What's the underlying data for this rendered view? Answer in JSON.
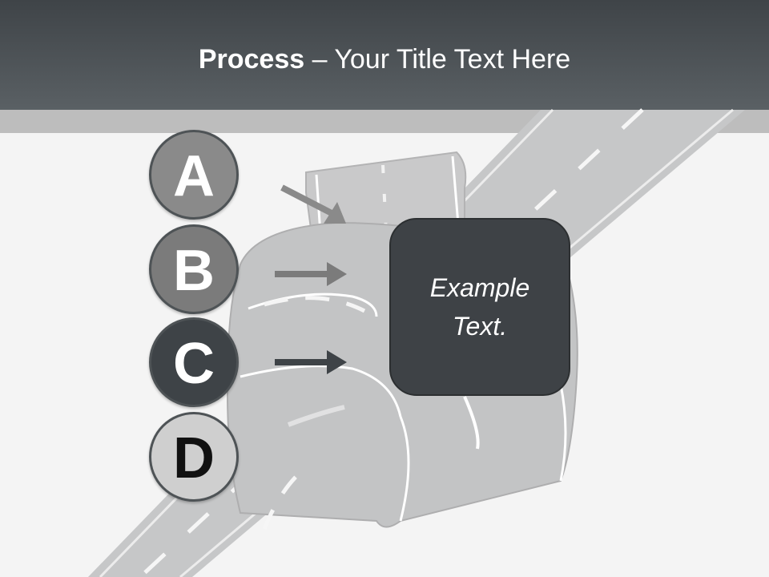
{
  "title": {
    "bold": "Process",
    "rest": " – Your Title Text Here"
  },
  "steps": [
    {
      "letter": "A"
    },
    {
      "letter": "B"
    },
    {
      "letter": "C"
    },
    {
      "letter": "D"
    }
  ],
  "box": {
    "line1": "Example",
    "line2": "Text."
  },
  "colors": {
    "header": "#4a4f53",
    "box": "#3e4246",
    "step_a": "#8a8a8a",
    "step_b": "#7b7b7b",
    "step_c": "#3e4347",
    "step_d": "#cfcfcf"
  }
}
